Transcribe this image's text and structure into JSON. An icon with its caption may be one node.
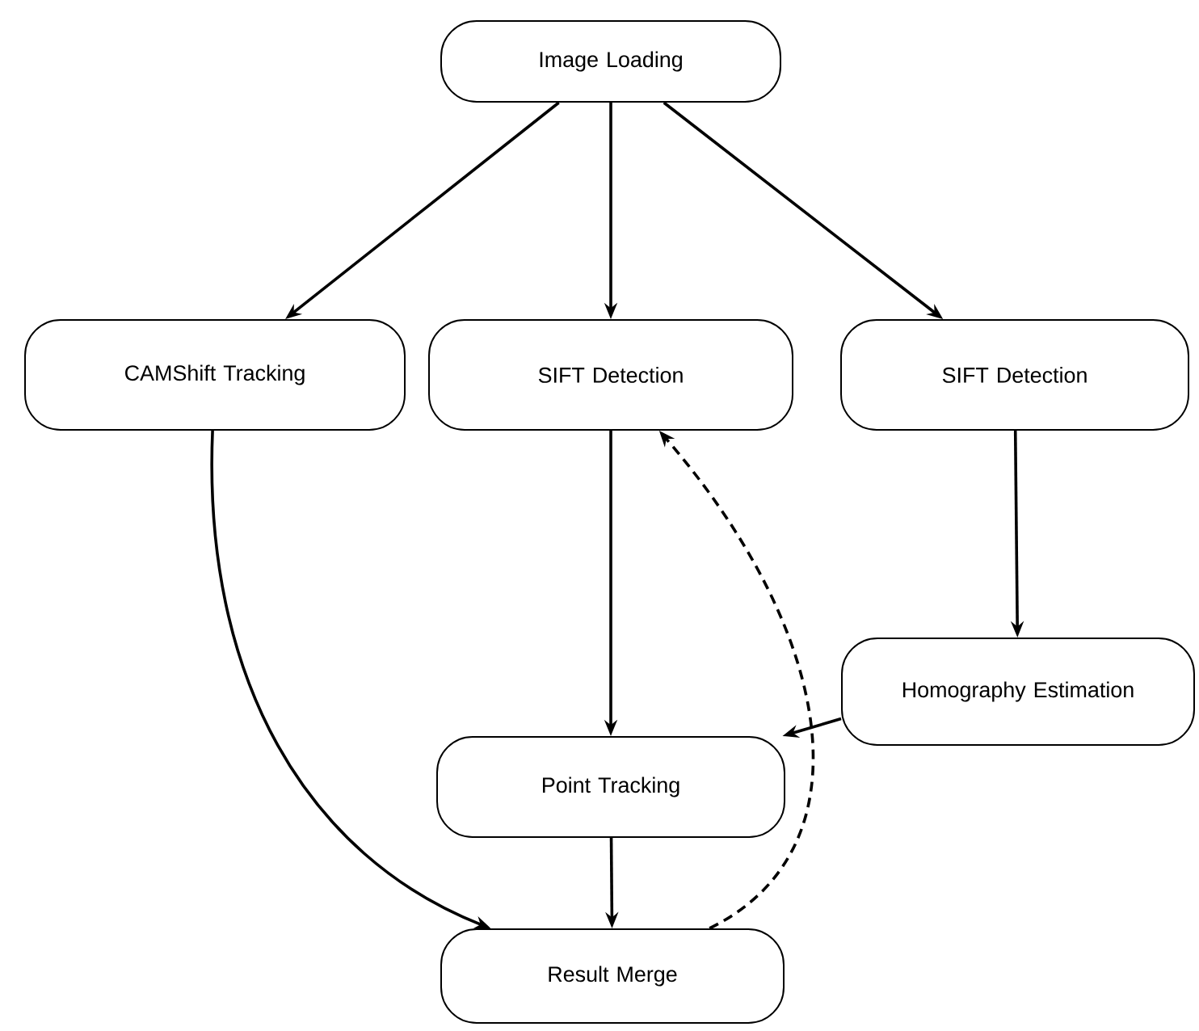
{
  "diagram": {
    "nodes": [
      {
        "text": [
          "Image Loading"
        ]
      },
      {
        "text": [
          "CAMShift Tracking"
        ]
      },
      {
        "text": [
          "SIFT Detection"
        ]
      },
      {
        "text": [
          "SIFT Detection"
        ]
      },
      {
        "text": [
          "Homography Estimation"
        ]
      },
      {
        "text": [
          "Point Tracking"
        ]
      },
      {
        "text": [
          "Result Merge"
        ]
      }
    ],
    "edges": [
      {
        "from": 0,
        "to": 1,
        "arrow": "to"
      },
      {
        "from": 0,
        "to": 2,
        "arrow": "to"
      },
      {
        "from": 0,
        "to": 3,
        "arrow": "to"
      },
      {
        "from": 1,
        "to": 6,
        "arrow": "to"
      },
      {
        "from": 2,
        "to": 5,
        "arrow": "to"
      },
      {
        "from": 3,
        "to": 4,
        "arrow": "to"
      },
      {
        "from": 4,
        "to": 5,
        "arrow": "to"
      },
      {
        "from": 5,
        "to": 6,
        "arrow": "to"
      },
      {
        "from": 6,
        "to": 2,
        "arrow": "to",
        "style": "dashed"
      }
    ]
  }
}
